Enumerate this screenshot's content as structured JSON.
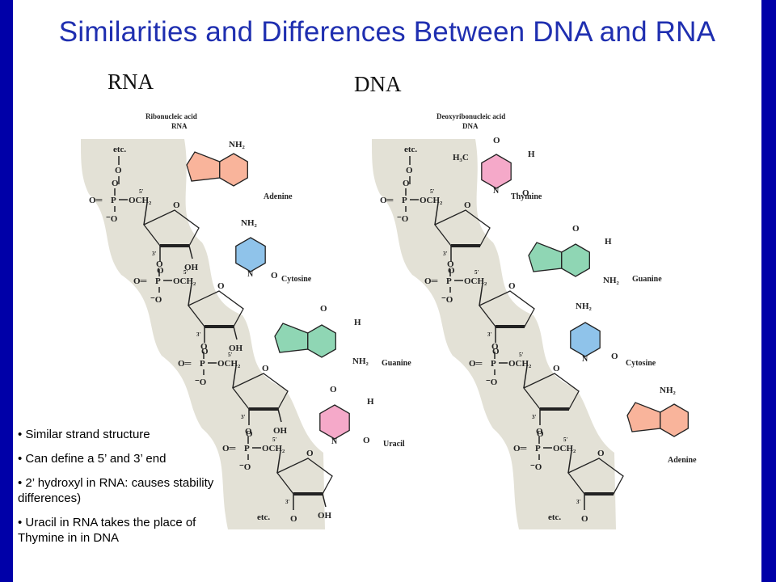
{
  "slide": {
    "title": "Similarities and Differences Between DNA and RNA",
    "rna_heading": "RNA",
    "dna_heading": "DNA"
  },
  "rna": {
    "caption_line1": "Ribonucleic acid",
    "caption_line2": "RNA",
    "bases": [
      "Adenine",
      "Cytosine",
      "Guanine",
      "Uracil"
    ]
  },
  "dna": {
    "caption_line1": "Deoxyribonucleic acid",
    "caption_line2": "DNA",
    "bases": [
      "Thymine",
      "Guanine",
      "Cytosine",
      "Adenine"
    ]
  },
  "chem": {
    "etc": "etc.",
    "O": "O",
    "P": "P",
    "N": "N",
    "H": "H",
    "OH": "OH",
    "och2": "OCH₂",
    "nh2": "NH₂",
    "h3c": "H₃C",
    "minus_o": "⁻O",
    "o_eq_left": "O═",
    "five_prime": "5'",
    "three_prime": "3'"
  },
  "colors": {
    "border": "#0000a8",
    "title": "#1f2fb0",
    "backbone_bg": "#e3e1d6",
    "adenine": "#f9b49b",
    "cytosine": "#8fc3ea",
    "guanine": "#8fd6b4",
    "uracil": "#f5a9c9",
    "thymine": "#f5a9c9"
  },
  "notes": [
    "• Similar strand structure",
    "• Can define a 5’ and 3’ end",
    "• 2’ hydroxyl in RNA: causes stability  differences)",
    "• Uracil in RNA takes the place of Thymine in  in DNA"
  ]
}
